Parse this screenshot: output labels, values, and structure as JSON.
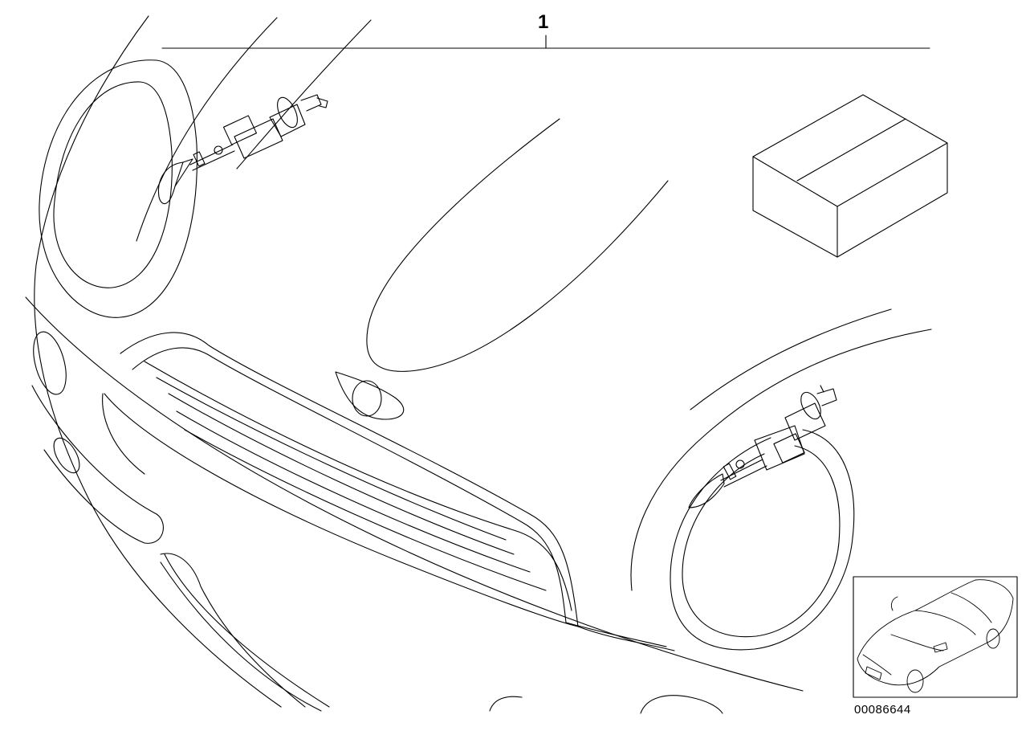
{
  "diagram": {
    "callout_label": "1",
    "diagram_code": "00086644",
    "parts": [
      {
        "id": "washer-nozzle-left",
        "kind": "headlight-washer-nozzle"
      },
      {
        "id": "washer-nozzle-right",
        "kind": "headlight-washer-nozzle"
      },
      {
        "id": "retrofit-kit-box",
        "kind": "package-box"
      }
    ],
    "thumbnail": {
      "kind": "vehicle-locator-thumbnail"
    }
  },
  "colors": {
    "line": "#000000",
    "background": "#ffffff"
  }
}
